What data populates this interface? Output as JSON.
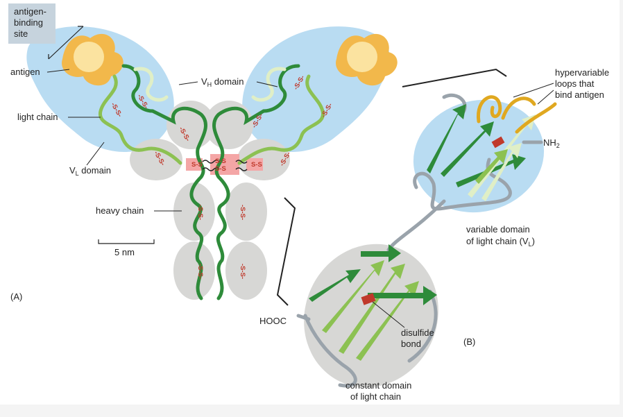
{
  "panel_a": {
    "label": "(A)",
    "antigen_binding_site": [
      "antigen-",
      "binding",
      "site"
    ],
    "antigen": "antigen",
    "light_chain": "light chain",
    "vl_domain": {
      "main": "V",
      "sub": "L",
      "rest": " domain"
    },
    "vh_domain": {
      "main": "V",
      "sub": "H",
      "rest": " domain"
    },
    "heavy_chain": "heavy chain",
    "scale_bar": "5 nm",
    "disulfide": "-S-S-",
    "disulfide_inter": "S-S"
  },
  "panel_b": {
    "label": "(B)",
    "hypervariable": [
      "hypervariable",
      "loops that",
      "bind antigen"
    ],
    "nh2": {
      "main": "NH",
      "sub": "2"
    },
    "hooc": "HOOC",
    "variable_domain": [
      "variable domain",
      "of light chain (V",
      "L",
      ")"
    ],
    "disulfide_bond": [
      "disulfide",
      "bond"
    ],
    "constant_domain": [
      "constant domain",
      "of light chain"
    ]
  },
  "colors": {
    "light_blue": "#b9dcf2",
    "light_gray": "#d7d7d5",
    "dark_green": "#2e8b3a",
    "light_green": "#8cc152",
    "pale_green": "#e0efc6",
    "antigen_orange": "#f2b84b",
    "disulfide_red": "#c0392b",
    "pink": "#f4a6a6"
  }
}
